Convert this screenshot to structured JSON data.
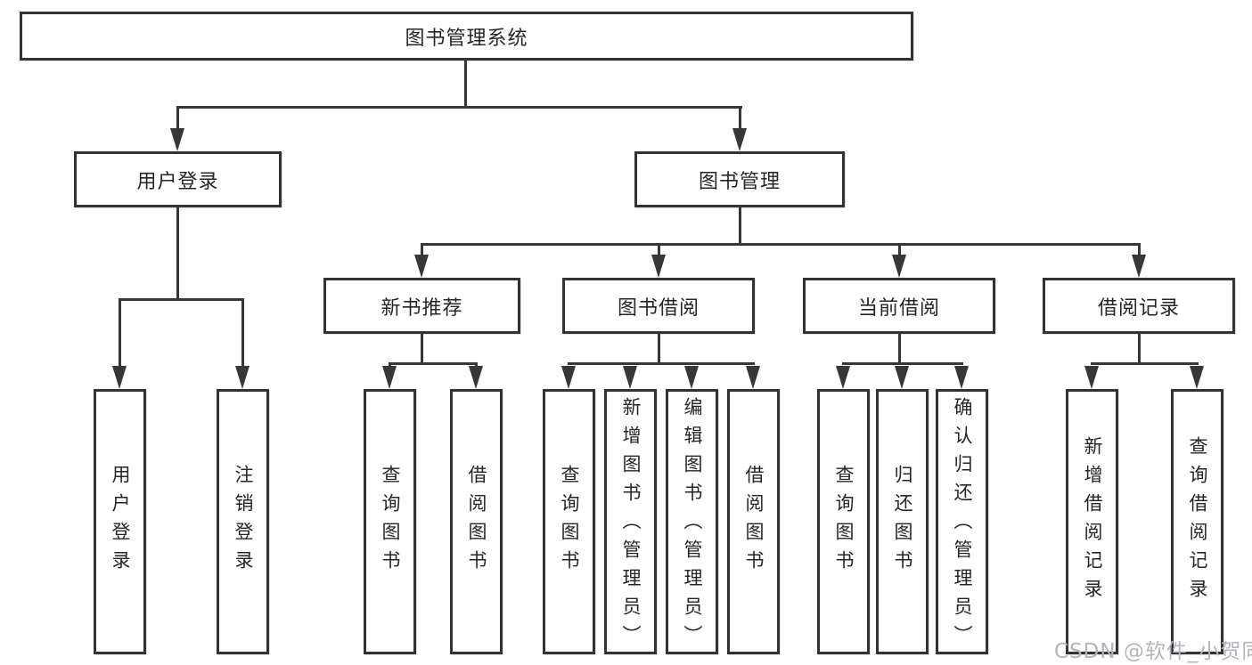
{
  "colors": {
    "line": "#373737",
    "border": "#333333",
    "text": "#262626",
    "watermark": "#b2b6ba",
    "bg": "#ffffff"
  },
  "diagram": {
    "type": "tree",
    "root": {
      "label": "图书管理系统"
    },
    "branches": [
      {
        "label": "用户登录",
        "children": [
          {
            "label": "用户登录"
          },
          {
            "label": "注销登录"
          }
        ]
      },
      {
        "label": "图书管理",
        "children": [
          {
            "label": "新书推荐",
            "children": [
              {
                "label": "查询图书"
              },
              {
                "label": "借阅图书"
              }
            ]
          },
          {
            "label": "图书借阅",
            "children": [
              {
                "label": "查询图书"
              },
              {
                "label": "新增图书（管理员）"
              },
              {
                "label": "编辑图书（管理员）"
              },
              {
                "label": "借阅图书"
              }
            ]
          },
          {
            "label": "当前借阅",
            "children": [
              {
                "label": "查询图书"
              },
              {
                "label": "归还图书"
              },
              {
                "label": "确认归还（管理员）"
              }
            ]
          },
          {
            "label": "借阅记录",
            "children": [
              {
                "label": "新增借阅记录"
              },
              {
                "label": "查询借阅记录"
              }
            ]
          }
        ]
      }
    ]
  },
  "watermark": {
    "text": "CSDN @软件_小贺同学"
  }
}
